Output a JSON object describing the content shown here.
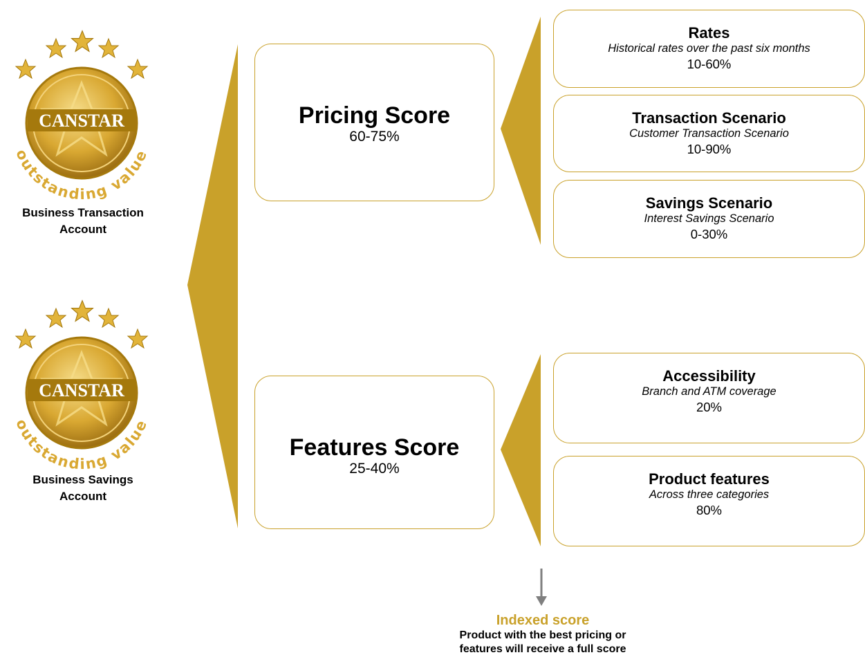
{
  "badges": [
    {
      "brand": "CANSTAR",
      "ring_text": "outstanding value",
      "label_line1": "Business Transaction",
      "label_line2": "Account"
    },
    {
      "brand": "CANSTAR",
      "ring_text": "outstanding value",
      "label_line1": "Business Savings",
      "label_line2": "Account"
    }
  ],
  "scores": {
    "pricing": {
      "title": "Pricing Score",
      "pct": "60-75%"
    },
    "features": {
      "title": "Features Score",
      "pct": "25-40%"
    }
  },
  "pricing_components": [
    {
      "title": "Rates",
      "desc": "Historical rates over the past six months",
      "pct": "10-60%"
    },
    {
      "title": "Transaction Scenario",
      "desc": "Customer Transaction Scenario",
      "pct": "10-90%"
    },
    {
      "title": "Savings Scenario",
      "desc": "Interest Savings Scenario",
      "pct": "0-30%"
    }
  ],
  "feature_components": [
    {
      "title": "Accessibility",
      "desc": "Branch and ATM coverage",
      "pct": "20%"
    },
    {
      "title": "Product features",
      "desc": "Across three categories",
      "pct": "80%"
    }
  ],
  "footer": {
    "title": "Indexed score",
    "desc_line1": "Product with the best pricing or",
    "desc_line2": "features will receive a full score"
  },
  "colors": {
    "gold": "#C9A12A",
    "gold_dark": "#A5790D",
    "arrow_gray": "#7F7F7F"
  }
}
